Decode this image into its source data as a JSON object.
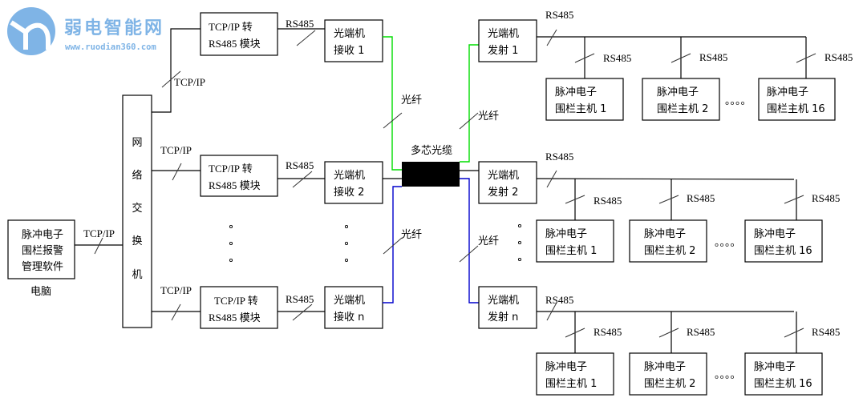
{
  "watermark": {
    "brand": "弱电智能网",
    "url": "www.ruodian360.com",
    "color": "#7fb4e6"
  },
  "computer": {
    "lines": [
      "脉冲电子",
      "围栏报警",
      "管理软件"
    ],
    "caption": "电脑"
  },
  "switch": {
    "chars": [
      "网",
      "络",
      "交",
      "换",
      "机"
    ]
  },
  "labels": {
    "tcpip": "TCP/IP",
    "rs485": "RS485",
    "fiber": "光纤",
    "cable": "多芯光缆",
    "ellipsis_h": "。。。。"
  },
  "modules": [
    {
      "line1": "TCP/IP 转",
      "line2": "RS485 模块"
    },
    {
      "line1": "TCP/IP 转",
      "line2": "RS485 模块"
    },
    {
      "line1": "TCP/IP 转",
      "line2": "RS485 模块"
    }
  ],
  "receivers": [
    {
      "line1": "光端机",
      "line2": "接收 1"
    },
    {
      "line1": "光端机",
      "line2": "接收 2"
    },
    {
      "line1": "光端机",
      "line2": "接收 n"
    }
  ],
  "transmitters": [
    {
      "line1": "光端机",
      "line2": "发射 1"
    },
    {
      "line1": "光端机",
      "line2": "发射 2"
    },
    {
      "line1": "光端机",
      "line2": "发射 n"
    }
  ],
  "hosts": [
    [
      {
        "line1": "脉冲电子",
        "line2": "围栏主机 1"
      },
      {
        "line1": "脉冲电子",
        "line2": "围栏主机 2"
      },
      {
        "line1": "脉冲电子",
        "line2": "围栏主机 16"
      }
    ],
    [
      {
        "line1": "脉冲电子",
        "line2": "围栏主机 1"
      },
      {
        "line1": "脉冲电子",
        "line2": "围栏主机 2"
      },
      {
        "line1": "脉冲电子",
        "line2": "围栏主机 16"
      }
    ],
    [
      {
        "line1": "脉冲电子",
        "line2": "围栏主机 1"
      },
      {
        "line1": "脉冲电子",
        "line2": "围栏主机 2"
      },
      {
        "line1": "脉冲电子",
        "line2": "围栏主机 16"
      }
    ]
  ],
  "colors": {
    "fiber_top": "#00dd00",
    "fiber_bottom": "#0000cc",
    "cable_fill": "#000000"
  }
}
